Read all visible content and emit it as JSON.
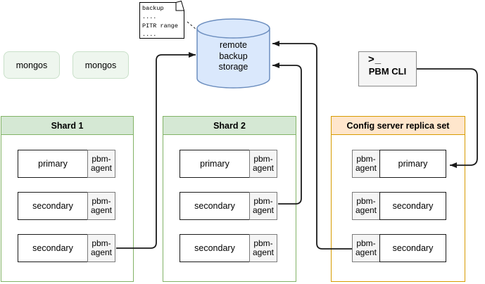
{
  "diagram": {
    "note": {
      "lines": [
        "backup",
        "....",
        "PITR range",
        "...."
      ]
    },
    "storage": {
      "lines": [
        "remote",
        "backup",
        "storage"
      ]
    },
    "mongos_boxes": [
      {
        "label": "mongos"
      },
      {
        "label": "mongos"
      }
    ],
    "pbm_cli": {
      "prompt": ">_",
      "label": "PBM CLI"
    },
    "groups": [
      {
        "title": "Shard 1",
        "rows": [
          {
            "node": "primary",
            "agent": "pbm-agent"
          },
          {
            "node": "secondary",
            "agent": "pbm-agent"
          },
          {
            "node": "secondary",
            "agent": "pbm-agent"
          }
        ]
      },
      {
        "title": "Shard 2",
        "rows": [
          {
            "node": "primary",
            "agent": "pbm-agent"
          },
          {
            "node": "secondary",
            "agent": "pbm-agent"
          },
          {
            "node": "secondary",
            "agent": "pbm-agent"
          }
        ]
      },
      {
        "title": "Config server replica set",
        "rows": [
          {
            "node": "primary",
            "agent": "pbm-agent"
          },
          {
            "node": "secondary",
            "agent": "pbm-agent"
          },
          {
            "node": "secondary",
            "agent": "pbm-agent"
          }
        ]
      }
    ],
    "colors": {
      "storage_fill": "#dae8fc",
      "storage_stroke": "#6c8ebf",
      "shard_header_fill": "#d5e8d4",
      "shard_border": "#82b366",
      "config_header_fill": "#ffe6cc",
      "config_border": "#d79b00",
      "mongos_fill": "#eef6ee",
      "mongos_border": "#c9e0c9",
      "agent_fill": "#f5f5f5",
      "agent_border": "#7a7a7a",
      "node_border": "#1a1a1a",
      "connector": "#1a1a1a"
    }
  }
}
